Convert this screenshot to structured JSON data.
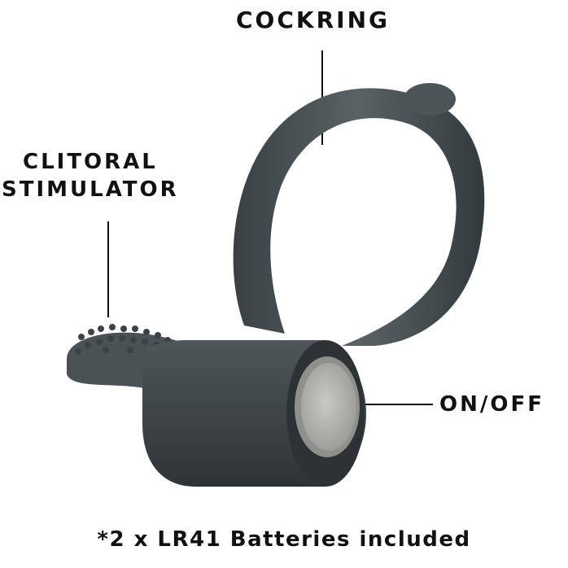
{
  "callouts": {
    "cockring": "COCKRING",
    "clitoral_line1": "CLITORAL",
    "clitoral_line2": "STIMULATOR",
    "onoff": "ON/OFF"
  },
  "footnote": "*2 x LR41 Batteries included",
  "colors": {
    "product": "#4a5155",
    "product_dark": "#353b3e",
    "button": "#b4b4b0",
    "text": "#111111"
  }
}
